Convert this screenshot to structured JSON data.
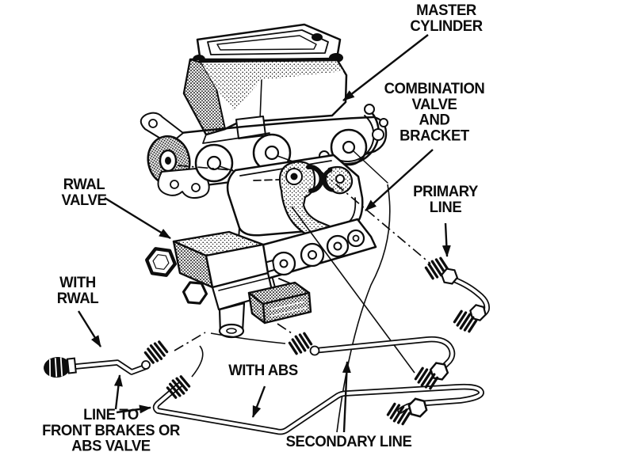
{
  "diagram": {
    "paper_color": "#ffffff",
    "ink_color": "#0d0d0d",
    "labels": {
      "master_cylinder": "MASTER\nCYLINDER",
      "combination_valve": "COMBINATION\nVALVE\nAND\nBRACKET",
      "primary_line": "PRIMARY\nLINE",
      "rwal_valve": "RWAL\nVALVE",
      "with_rwal": "WITH\nRWAL",
      "with_abs": "WITH ABS",
      "line_to_front_brakes": "LINE TO\nFRONT BRAKES OR\nABS VALVE",
      "secondary_line": "SECONDARY LINE"
    }
  }
}
